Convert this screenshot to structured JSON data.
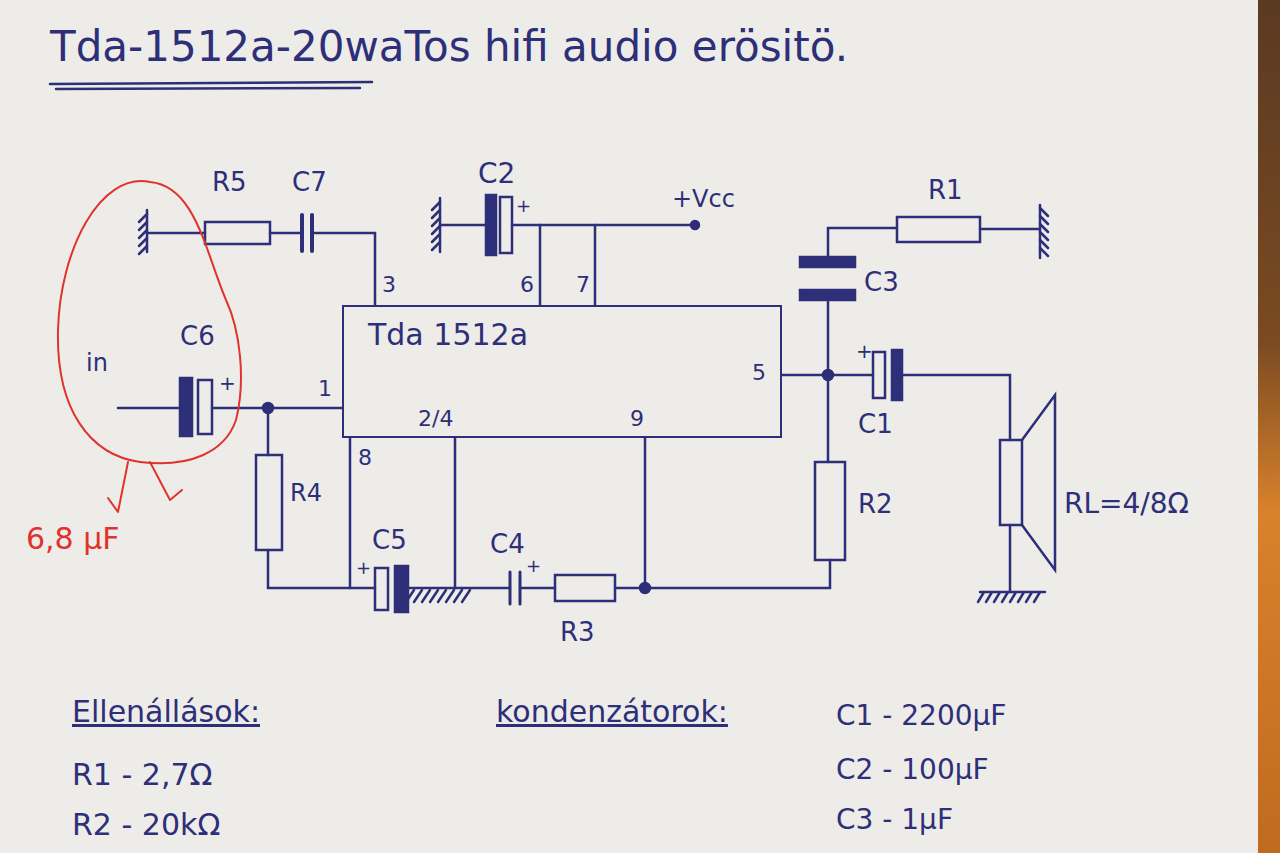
{
  "diagram": {
    "title": "Tda-1512a-20waTos hifi audio erösitö.",
    "nodes": [
      {
        "text": [
          "Tda 1512a"
        ]
      }
    ],
    "labels": [
      "R5",
      "C7",
      "C2",
      "+Vcc",
      "R1",
      "C3",
      "3",
      "6",
      "7",
      "in",
      "C6",
      "+",
      "1",
      "5",
      "+",
      "C1",
      "2/4",
      "9",
      "8",
      "R4",
      "C5",
      "+",
      "C4",
      "+",
      "R3",
      "R2",
      "RL=4/8Ω",
      "+",
      "6,8 μF",
      "Ellenállások:",
      "R1 - 2,7Ω",
      "R2 - 20kΩ",
      "kondenzátorok:",
      "C1 - 2200μF",
      "C2 - 100μF",
      "C3 - 1μF"
    ]
  }
}
